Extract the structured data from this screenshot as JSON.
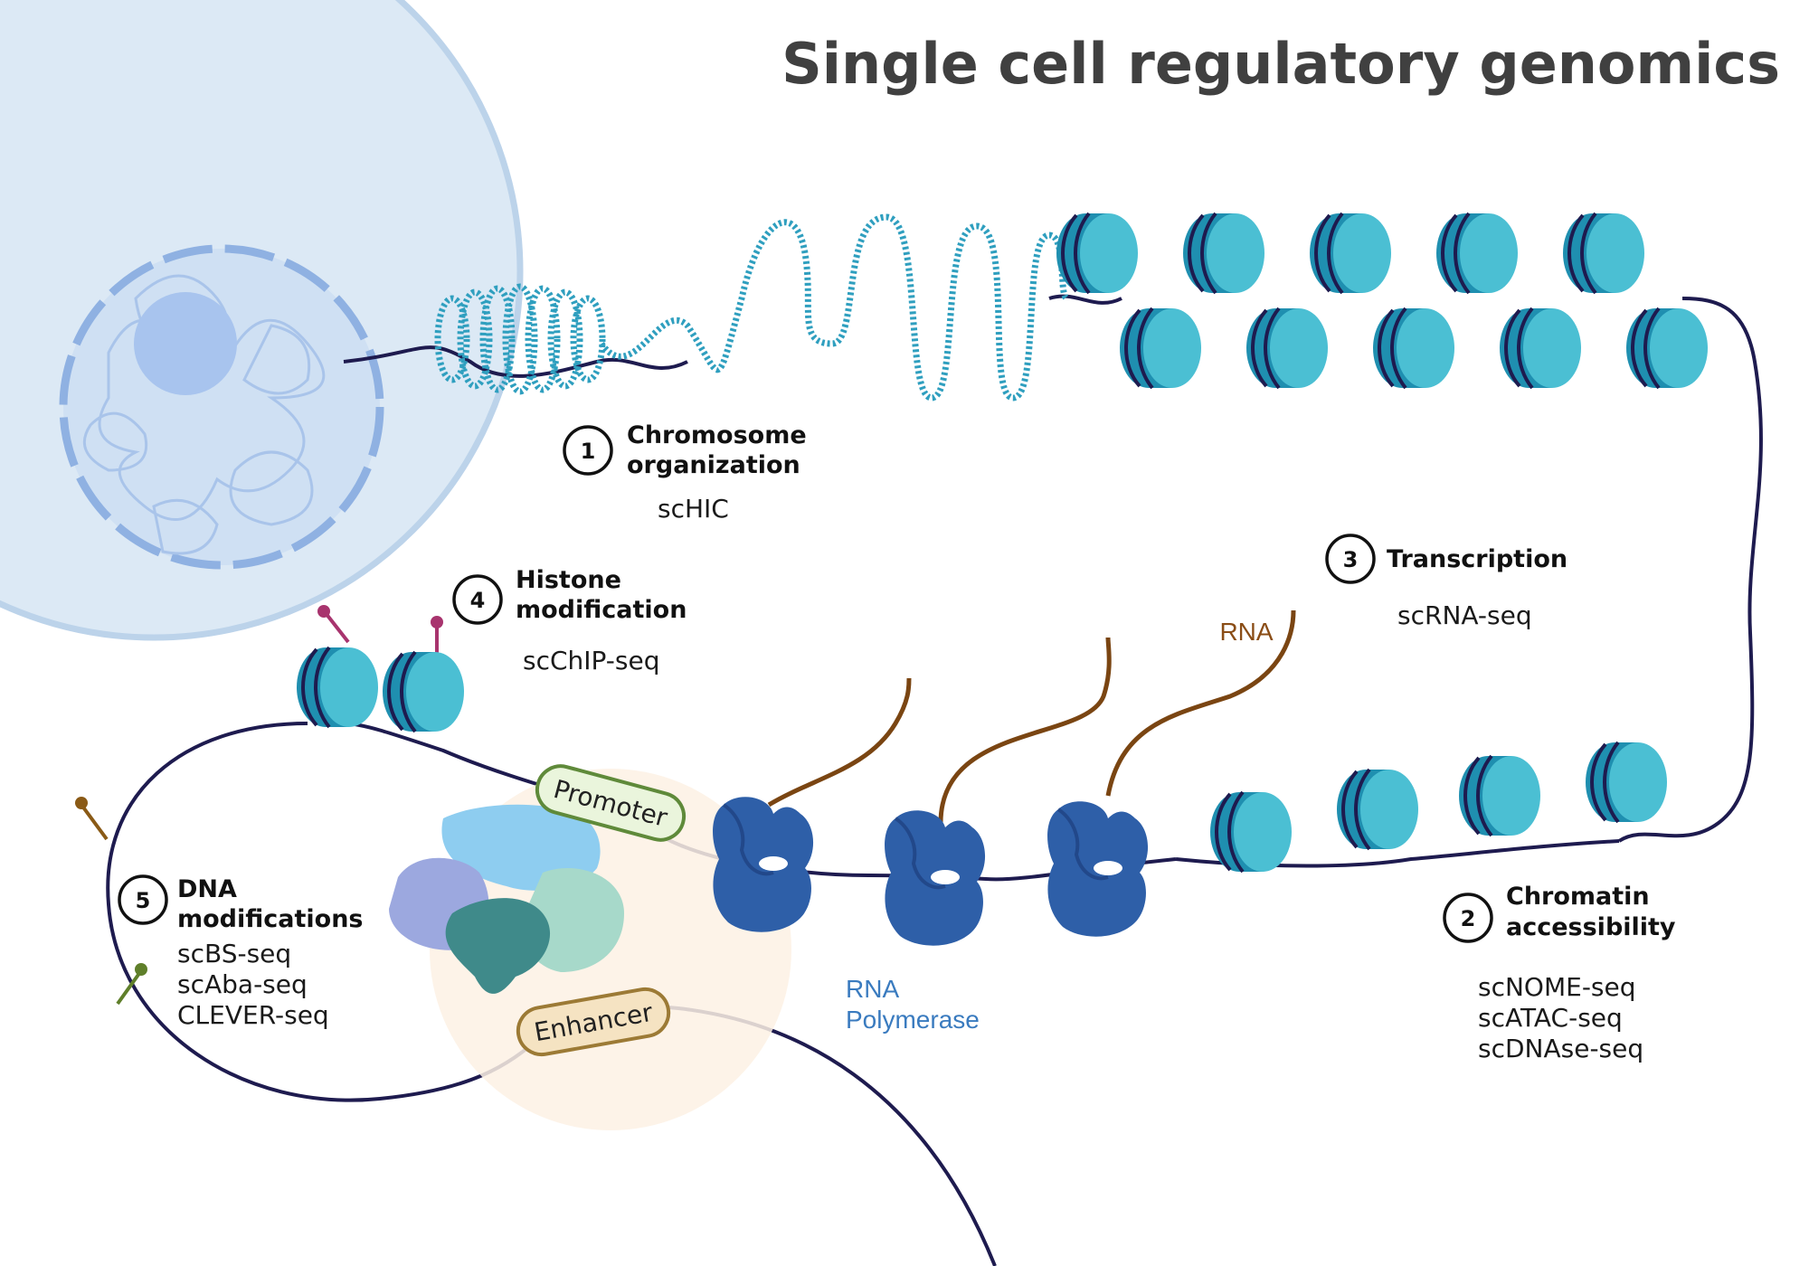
{
  "title": "Single cell regulatory genomics",
  "sections": [
    {
      "number": "1",
      "heading_lines": [
        "Chromosome",
        "organization"
      ],
      "methods": [
        "scHIC"
      ]
    },
    {
      "number": "2",
      "heading_lines": [
        "Chromatin",
        "accessibility"
      ],
      "methods": [
        "scNOME-seq",
        "scATAC-seq",
        "scDNAse-seq"
      ]
    },
    {
      "number": "3",
      "heading_lines": [
        "Transcription"
      ],
      "methods": [
        "scRNA-seq"
      ]
    },
    {
      "number": "4",
      "heading_lines": [
        "Histone",
        "modification"
      ],
      "methods": [
        "scChIP-seq"
      ]
    },
    {
      "number": "5",
      "heading_lines": [
        "DNA",
        "modifications"
      ],
      "methods": [
        "scBS-seq",
        "scAba-seq",
        "CLEVER-seq"
      ]
    }
  ],
  "labels": {
    "rna": "RNA",
    "rna_polymerase": [
      "RNA",
      "Polymerase"
    ],
    "promoter": "Promoter",
    "enhancer": "Enhancer"
  },
  "colors": {
    "title": "#404040",
    "dna_strand": "#1e1b4f",
    "nucleosome": "#4bbfd3",
    "nucleosome_dark": "#1f8fb0",
    "polymerase": "#2e5fa8",
    "rna_strand": "#7a4512",
    "rna_label": "#8a4d16",
    "polymerase_label": "#3a7bbf",
    "cell": "#dce9f5",
    "promoter_fill": "#eaf5dc",
    "promoter_stroke": "#5f8a3a",
    "enhancer_fill": "#f5e3c2",
    "enhancer_stroke": "#9c7a35"
  }
}
